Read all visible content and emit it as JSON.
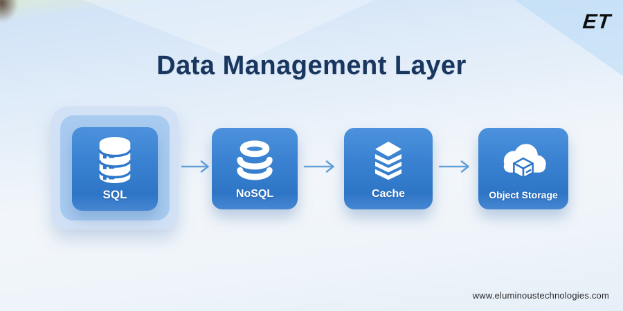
{
  "brand": {
    "logo_text": "ET",
    "website": "www.eluminoustechnologies.com"
  },
  "title": "Data Management Layer",
  "diagram": {
    "nodes": [
      {
        "id": "sql",
        "label": "SQL",
        "icon": "sql-database-icon",
        "highlighted": true
      },
      {
        "id": "nosql",
        "label": "NoSQL",
        "icon": "nosql-database-icon",
        "highlighted": false
      },
      {
        "id": "cache",
        "label": "Cache",
        "icon": "cache-layers-icon",
        "highlighted": false
      },
      {
        "id": "object-storage",
        "label": "Object Storage",
        "icon": "cloud-object-storage-icon",
        "highlighted": false
      }
    ],
    "connections": [
      {
        "from": "SQL",
        "to": "NoSQL"
      },
      {
        "from": "NoSQL",
        "to": "Cache"
      },
      {
        "from": "Cache",
        "to": "Object Storage"
      }
    ]
  },
  "colors": {
    "node_blue_top": "#4c91dc",
    "node_blue_bottom": "#2e75c6",
    "highlight_frame_outer": "#d2e1f5",
    "highlight_frame_inner": "#a9cbf0",
    "title_navy": "#19365f",
    "arrow_blue": "#64a0d8",
    "background_tint": "#d2e4f7",
    "icon_white": "#ffffff"
  }
}
